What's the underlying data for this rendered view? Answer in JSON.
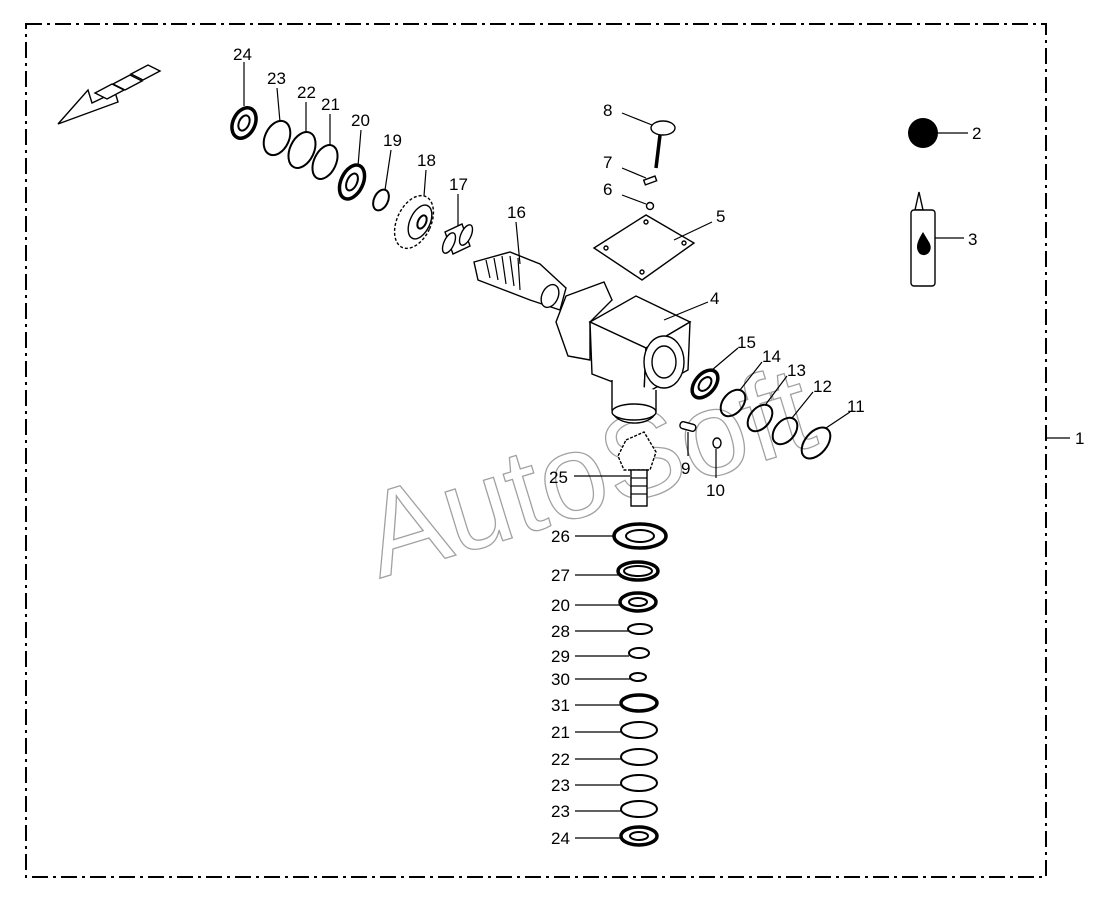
{
  "watermark": "AutoSoft",
  "callouts": {
    "c1": "1",
    "c2": "2",
    "c3": "3",
    "c4": "4",
    "c5": "5",
    "c6": "6",
    "c7": "7",
    "c8": "8",
    "c9": "9",
    "c10": "10",
    "c11": "11",
    "c12": "12",
    "c13": "13",
    "c14": "14",
    "c15": "15",
    "c16": "16",
    "c17": "17",
    "c18": "18",
    "c19": "19",
    "c20a": "20",
    "c21a": "21",
    "c22a": "22",
    "c23a": "23",
    "c24a": "24",
    "c25": "25",
    "c26": "26",
    "c27": "27",
    "c20b": "20",
    "c28": "28",
    "c29": "29",
    "c30": "30",
    "c31": "31",
    "c21b": "21",
    "c22b": "22",
    "c23b": "23",
    "c23c": "23",
    "c24b": "24"
  }
}
